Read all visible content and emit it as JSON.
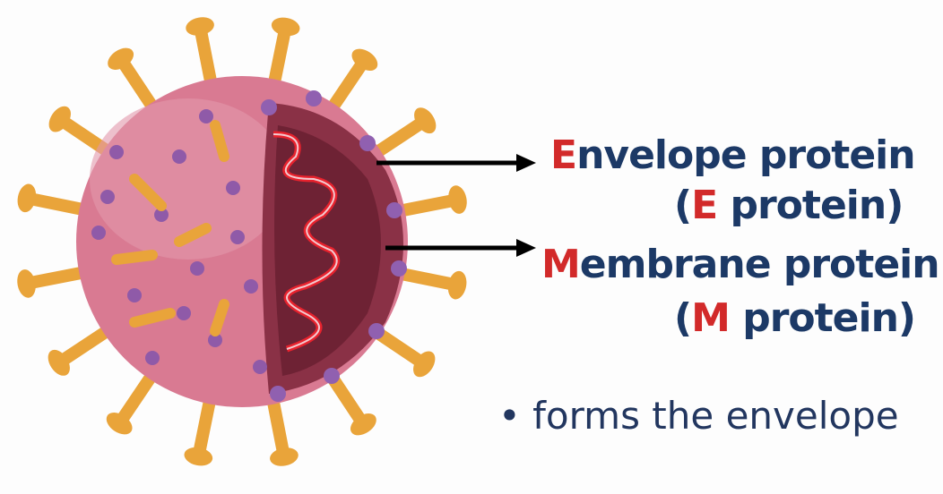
{
  "labels": {
    "envelope": {
      "initial": "E",
      "rest": "nvelope protein",
      "abbr_open": "(",
      "abbr_letter": "E",
      "abbr_rest": " protein)"
    },
    "membrane": {
      "initial": "M",
      "rest": "embrane protein",
      "abbr_open": "(",
      "abbr_letter": "M",
      "abbr_rest": " protein)"
    }
  },
  "bullet": {
    "marker": "•",
    "text": "forms the envelope"
  },
  "colors": {
    "text": "#1c3966",
    "highlight": "#d22a2a",
    "virus_body": "#d97a92",
    "spike": "#e9a43a",
    "interior": "#7a2a3c",
    "arrow": "#000000"
  }
}
